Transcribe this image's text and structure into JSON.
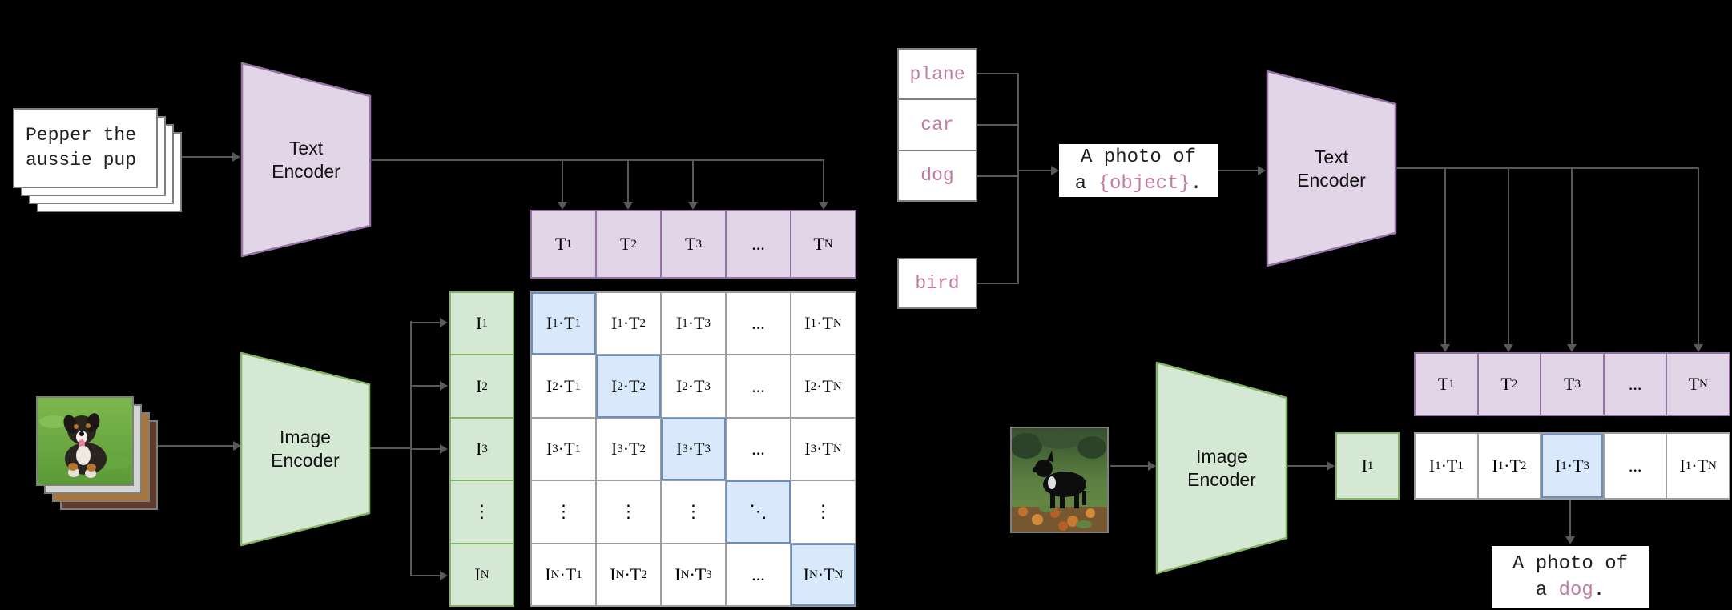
{
  "colors": {
    "background": "#000000",
    "purple_fill": "#E1D5E7",
    "purple_stroke": "#9673A6",
    "green_fill": "#D5E8D4",
    "green_stroke": "#82B366",
    "highlight_fill": "#DAE8FC",
    "highlight_stroke": "#6C8EBF",
    "class_text": "#C27BA0",
    "connector": "#595959"
  },
  "left_panel": {
    "text_input": {
      "line1": "Pepper the",
      "line2": "aussie pup"
    },
    "text_encoder_label": "Text Encoder",
    "image_encoder_label": "Image Encoder",
    "text_embeddings": [
      "T_1",
      "T_2",
      "T_3",
      "...",
      "T_N"
    ],
    "image_embeddings": [
      "I_1",
      "I_2",
      "I_3",
      "⋮",
      "I_N"
    ],
    "similarity_matrix": [
      [
        "I_1·T_1",
        "I_1·T_2",
        "I_1·T_3",
        "...",
        "I_1·T_N"
      ],
      [
        "I_2·T_1",
        "I_2·T_2",
        "I_2·T_3",
        "...",
        "I_2·T_N"
      ],
      [
        "I_3·T_1",
        "I_3·T_2",
        "I_3·T_3",
        "...",
        "I_3·T_N"
      ],
      [
        "⋮",
        "⋮",
        "⋮",
        "⋱",
        "⋮"
      ],
      [
        "I_N·T_1",
        "I_N·T_2",
        "I_N·T_3",
        "...",
        "I_N·T_N"
      ]
    ],
    "matrix_highlight": "diag"
  },
  "right_panel": {
    "class_labels": [
      "plane",
      "car",
      "dog",
      "bird"
    ],
    "prompt_template": {
      "line1": "A photo of",
      "line2_pre": "a ",
      "placeholder": "{object}",
      "line2_post": "."
    },
    "text_encoder_label": "Text Encoder",
    "image_encoder_label": "Image Encoder",
    "text_embeddings": [
      "T_1",
      "T_2",
      "T_3",
      "...",
      "T_N"
    ],
    "image_embedding": "I_1",
    "similarity_row": [
      "I_1·T_1",
      "I_1·T_2",
      "I_1·T_3",
      "...",
      "I_1·T_N"
    ],
    "similarity_highlight_index": 2,
    "prediction": {
      "line1": "A photo of",
      "line2_pre": "a ",
      "object": "dog",
      "line2_post": "."
    }
  }
}
